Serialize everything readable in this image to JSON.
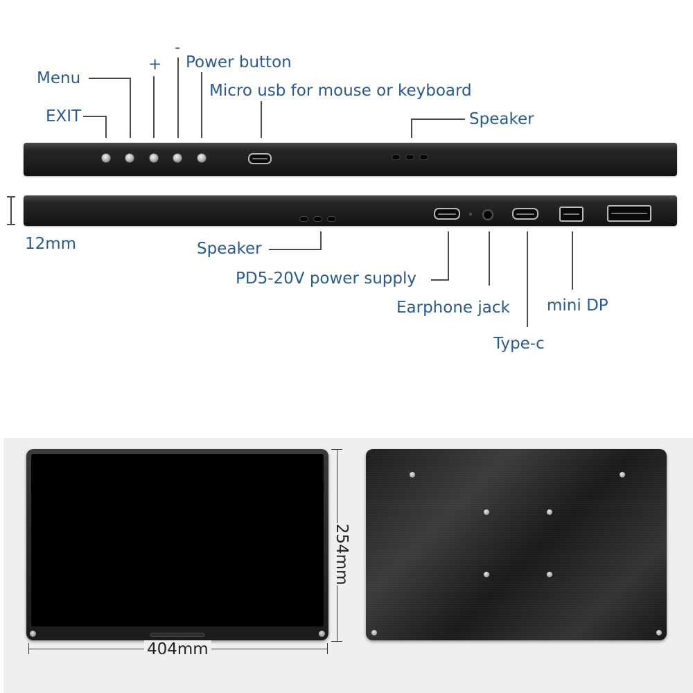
{
  "labels": {
    "exit": "EXIT",
    "menu": "Menu",
    "plus": "+",
    "minus": "-",
    "power_button": "Power button",
    "micro_usb": "Micro usb for mouse or keyboard",
    "speaker_top": "Speaker",
    "thickness": "12mm",
    "speaker_bottom": "Speaker",
    "pd_power": "PD5-20V power supply",
    "earphone": "Earphone jack",
    "type_c": "Type-c",
    "mini_dp": "mini DP"
  },
  "dimensions": {
    "width": "404mm",
    "height": "254mm"
  },
  "colors": {
    "label_text": "#2a5a8c",
    "device_body": "#1c1c1c",
    "photo_background": "#efefef"
  }
}
